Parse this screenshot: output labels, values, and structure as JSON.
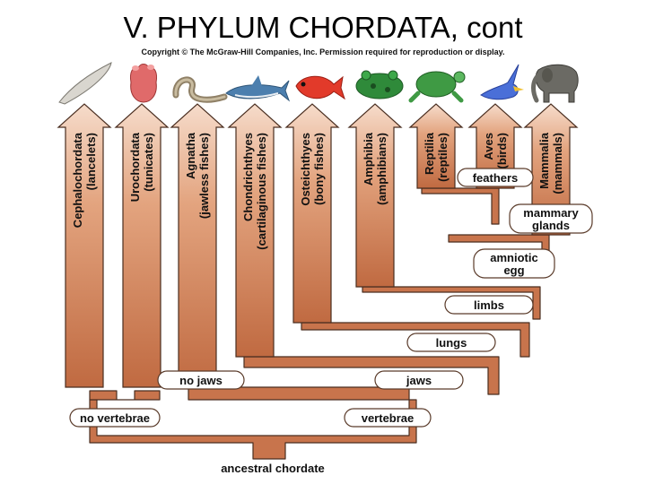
{
  "slide": {
    "title": "V.  PHYLUM CHORDATA, cont",
    "copyright": "Copyright © The McGraw-Hill Companies, Inc. Permission required for reproduction or display."
  },
  "colors": {
    "branch": "#c8744c",
    "branch_light": "#f4d2bd",
    "outline": "#4a2e20"
  },
  "taxa": [
    {
      "line1": "Cephalochordata",
      "line2": "(lancelets)",
      "icon": "lancelet-icon"
    },
    {
      "line1": "Urochordata",
      "line2": "(tunicates)",
      "icon": "tunicate-icon"
    },
    {
      "line1": "Agnatha",
      "line2": "(jawless fishes)",
      "icon": "lamprey-icon"
    },
    {
      "line1": "Chondrichthyes",
      "line2": "(cartilaginous fishes)",
      "icon": "shark-icon"
    },
    {
      "line1": "Osteichthyes",
      "line2": "(bony fishes)",
      "icon": "bony-fish-icon"
    },
    {
      "line1": "Amphibia",
      "line2": "(amphibians)",
      "icon": "frog-icon"
    },
    {
      "line1": "Reptilia",
      "line2": "(reptiles)",
      "icon": "turtle-icon"
    },
    {
      "line1": "Aves",
      "line2": "(birds)",
      "icon": "bird-icon"
    },
    {
      "line1": "Mammalia",
      "line2": "(mammals)",
      "icon": "elephant-icon"
    }
  ],
  "traits": {
    "no_vertebrae": "no vertebrae",
    "no_jaws": "no jaws",
    "vertebrae": "vertebrae",
    "jaws": "jaws",
    "lungs": "lungs",
    "limbs": "limbs",
    "amniotic_egg": [
      "amniotic",
      "egg"
    ],
    "mammary_glands": [
      "mammary",
      "glands"
    ],
    "feathers": "feathers"
  },
  "root_label": "ancestral chordate"
}
